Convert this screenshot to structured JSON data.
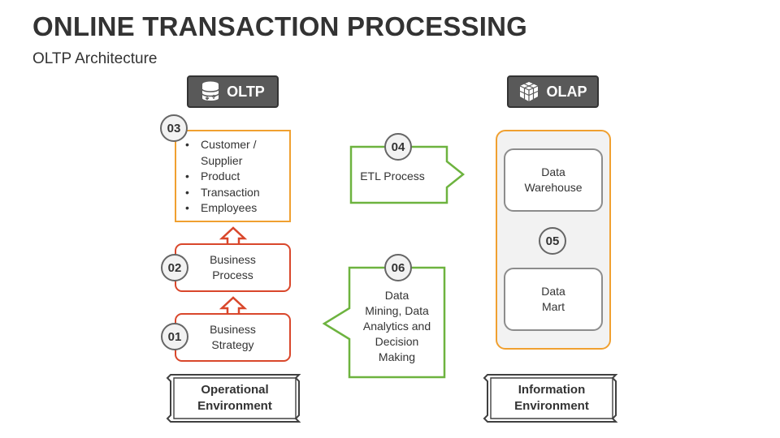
{
  "title": "ONLINE TRANSACTION PROCESSING",
  "subtitle": "OLTP Architecture",
  "oltp_header": {
    "label": "OLTP",
    "icon": "database-icon"
  },
  "olap_header": {
    "label": "OLAP",
    "icon": "cubes-icon"
  },
  "steps": {
    "s01": {
      "num": "01",
      "line1": "Business",
      "line2": "Strategy"
    },
    "s02": {
      "num": "02",
      "line1": "Business",
      "line2": "Process"
    },
    "s03": {
      "num": "03",
      "items": [
        "Customer /",
        "Supplier",
        "Product",
        "Transaction",
        "Employees"
      ]
    },
    "s04": {
      "num": "04",
      "label": "ETL Process"
    },
    "s05": {
      "num": "05"
    },
    "s06": {
      "num": "06",
      "lines": [
        "Data",
        "Mining, Data",
        "Analytics and",
        "Decision",
        "Making"
      ]
    }
  },
  "olap_items": {
    "warehouse": {
      "line1": "Data",
      "line2": "Warehouse"
    },
    "mart": {
      "line1": "Data",
      "line2": "Mart"
    }
  },
  "environments": {
    "operational": {
      "line1": "Operational",
      "line2": "Environment"
    },
    "information": {
      "line1": "Information",
      "line2": "Environment"
    }
  },
  "colors": {
    "red": "#d9472b",
    "orange": "#f0a030",
    "green": "#6db33f",
    "gray_border": "#7f7f7f",
    "header_bg": "#595959",
    "text": "#333333"
  }
}
